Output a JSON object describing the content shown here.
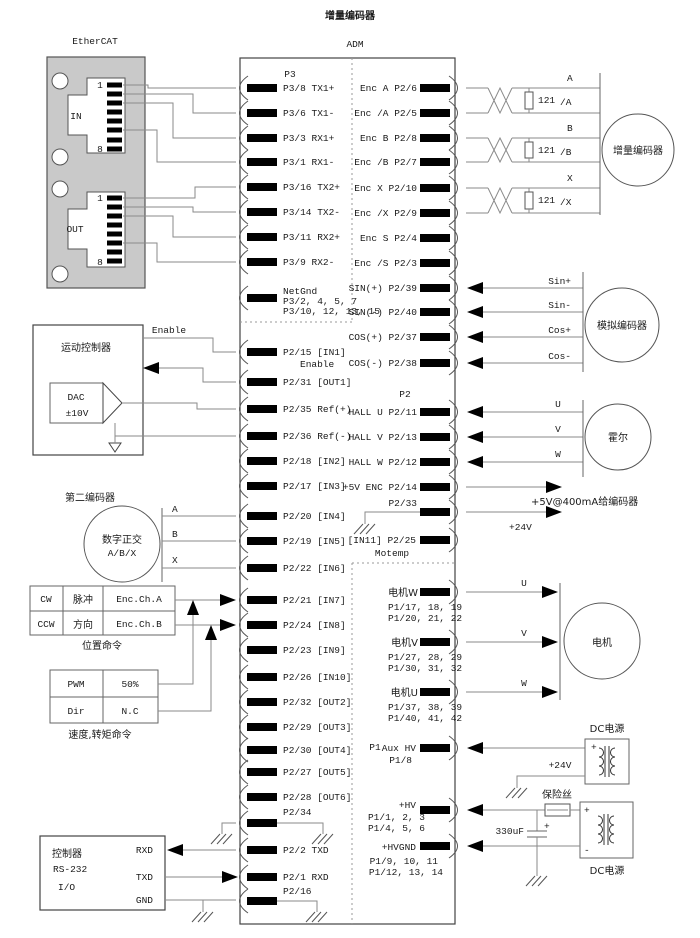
{
  "title": "增量编码器",
  "ethercat": {
    "label": "EtherCAT",
    "in_label": "IN",
    "out_label": "OUT",
    "pin_first": "1",
    "pin_last": "8"
  },
  "adm": {
    "label": "ADM",
    "p3": "P3",
    "p2": "P2",
    "p1": "P1"
  },
  "pins_left": {
    "p3_8": "P3/8 TX1+",
    "p3_6": "P3/6 TX1-",
    "p3_3": "P3/3 RX1+",
    "p3_1": "P3/1 RX1-",
    "p3_16": "P3/16 TX2+",
    "p3_14": "P3/14 TX2-",
    "p3_11": "P3/11 RX2+",
    "p3_9": "P3/9 RX2-",
    "netgnd_1": "NetGnd",
    "netgnd_2": "P3/2, 4, 5, 7",
    "netgnd_3": "P3/10, 12, 13, 15",
    "p2_15": "P2/15 [IN1]",
    "p2_15_sub": "Enable",
    "p2_31": "P2/31 [OUT1]",
    "p2_35": "P2/35 Ref(+)",
    "p2_36": "P2/36 Ref(-)",
    "p2_18": "P2/18 [IN2]",
    "p2_17": "P2/17 [IN3]",
    "p2_20": "P2/20 [IN4]",
    "p2_19": "P2/19 [IN5]",
    "p2_22": "P2/22 [IN6]",
    "p2_21": "P2/21 [IN7]",
    "p2_24": "P2/24 [IN8]",
    "p2_23": "P2/23 [IN9]",
    "p2_26": "P2/26 [IN10]",
    "p2_32": "P2/32 [OUT2]",
    "p2_29": "P2/29 [OUT3]",
    "p2_30": "P2/30 [OUT4]",
    "p2_27": "P2/27 [OUT5]",
    "p2_28": "P2/28 [OUT6]",
    "p2_34": "P2/34",
    "p2_2": "P2/2 TXD",
    "p2_1": "P2/1 RXD",
    "p2_16": "P2/16"
  },
  "pins_right": {
    "enc_a": "Enc A P2/6",
    "enc_na": "Enc /A P2/5",
    "enc_b": "Enc B P2/8",
    "enc_nb": "Enc /B P2/7",
    "enc_x": "Enc X P2/10",
    "enc_nx": "Enc /X P2/9",
    "enc_s": "Enc S P2/4",
    "enc_ns": "Enc /S P2/3",
    "sin_p": "SIN(+) P2/39",
    "sin_n": "SIN(-) P2/40",
    "cos_p": "COS(+) P2/37",
    "cos_n": "COS(-) P2/38",
    "hall_u": "HALL U P2/11",
    "hall_v": "HALL V P2/13",
    "hall_w": "HALL W P2/12",
    "v5_enc": "+5V ENC P2/14",
    "p2_33": "P2/33",
    "in11": "[IN11] P2/25",
    "in11_sub": "Motemp",
    "motor_w": "电机W",
    "motor_w_a": "P1/17, 18, 19",
    "motor_w_b": "P1/20, 21, 22",
    "motor_v": "电机V",
    "motor_v_a": "P1/27, 28, 29",
    "motor_v_b": "P1/30, 31, 32",
    "motor_u": "电机U",
    "motor_u_a": "P1/37, 38, 39",
    "motor_u_b": "P1/40, 41, 42",
    "aux_hv": "Aux HV",
    "aux_hv_sub": "P1/8",
    "hv": "+HV",
    "hv_a": "P1/1, 2, 3",
    "hv_b": "P1/4, 5, 6",
    "hvgnd": "+HVGND",
    "hvgnd_a": "P1/9, 10, 11",
    "hvgnd_b": "P1/12, 13, 14"
  },
  "signals": {
    "a": "A",
    "na": "/A",
    "b": "B",
    "nb": "/B",
    "x": "X",
    "nx": "/X",
    "r121": "121",
    "sin_p": "Sin+",
    "sin_n": "Sin-",
    "cos_p": "Cos+",
    "cos_n": "Cos-",
    "u": "U",
    "v": "V",
    "w": "W",
    "v5_note": "+5V@400mA给编码器",
    "v24": "+24V",
    "enable": "Enable",
    "qa": "A",
    "qb": "B",
    "qx": "X",
    "cap": "330uF",
    "fuse": "保险丝",
    "plus": "+",
    "minus": "-"
  },
  "devices": {
    "inc_encoder": "增量编码器",
    "analog_encoder": "模拟编码器",
    "hall": "霍尔",
    "motor": "电机",
    "second_encoder": "第二编码器",
    "quad_a": "数字正交",
    "quad_b": "A/B/X",
    "dc_supply": "DC电源"
  },
  "motion": {
    "title": "运动控制器",
    "dac": "DAC",
    "range": "±10V"
  },
  "controller": {
    "title": "控制器",
    "proto": "RS-232",
    "io": "I/O",
    "rxd": "RXD",
    "txd": "TXD",
    "gnd": "GND"
  },
  "pos_table": {
    "r1c1": "CW",
    "r1c2": "脉冲",
    "r1c3": "Enc.Ch.A",
    "r2c1": "CCW",
    "r2c2": "方向",
    "r2c3": "Enc.Ch.B",
    "caption": "位置命令"
  },
  "spd_table": {
    "r1c1": "PWM",
    "r1c2": "50%",
    "r2c1": "Dir",
    "r2c2": "N.C",
    "caption": "速度,转矩命令"
  }
}
